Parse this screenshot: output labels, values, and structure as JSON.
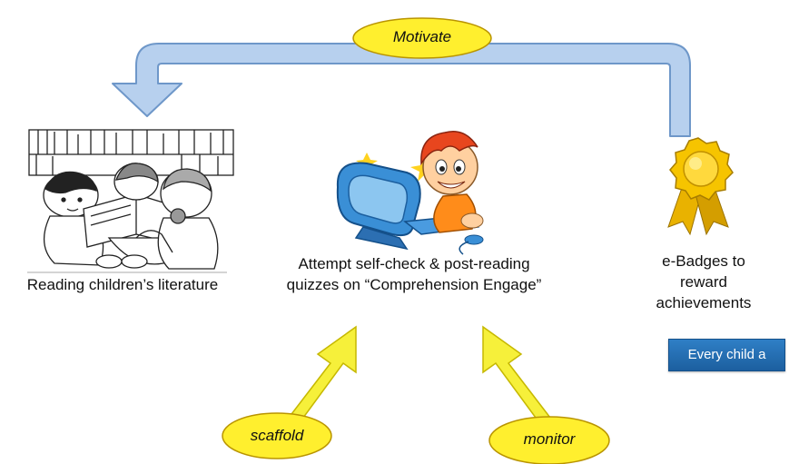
{
  "nodes": {
    "motivate": "Motivate",
    "reading": "Reading children’s literature",
    "quiz_line1": "Attempt self-check & post-reading",
    "quiz_line2": "quizzes on “Comprehension Engage”",
    "badges_line1": "e-Badges to",
    "badges_line2": "reward",
    "badges_line3": "achievements",
    "scaffold": "scaffold",
    "monitor": "monitor"
  },
  "banner": {
    "text": "Every child a winner!"
  },
  "colors": {
    "loop_arrow_fill": "#b7d0ee",
    "loop_arrow_stroke": "#6e97c9",
    "oval_fill": "#ffef2e",
    "oval_stroke": "#b99400",
    "up_arrow_fill": "#f6f03a",
    "banner_bg": "#2474b8"
  },
  "icons": [
    "children-reading-illustration",
    "boy-at-computer-illustration",
    "gold-badge-icon"
  ]
}
